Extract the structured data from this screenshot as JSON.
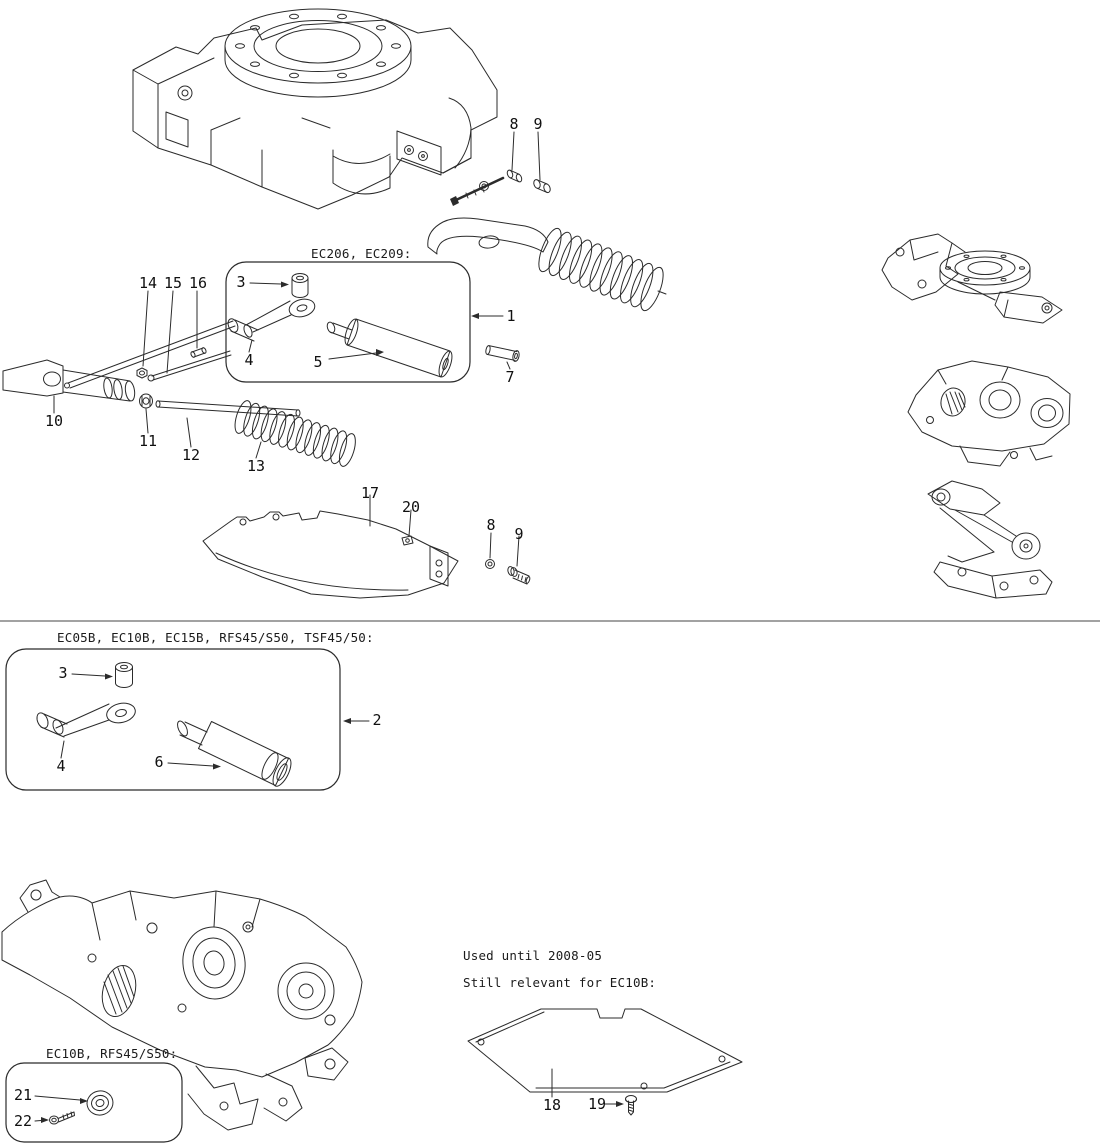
{
  "page": {
    "background": "#ffffff",
    "line_color": "#2b2b2b"
  },
  "labels": {
    "group1": "EC206, EC209:",
    "group2": "EC05B, EC10B, EC15B, RFS45/S50, TSF45/50:",
    "group3": "EC10B, RFS45/S50:",
    "note1": "Used until 2008-05",
    "note2": "Still relevant for EC10B:"
  },
  "callouts": [
    {
      "label": "8"
    },
    {
      "label": "9"
    },
    {
      "label": "3"
    },
    {
      "label": "14"
    },
    {
      "label": "15"
    },
    {
      "label": "16"
    },
    {
      "label": "1"
    },
    {
      "label": "4"
    },
    {
      "label": "5"
    },
    {
      "label": "7"
    },
    {
      "label": "10"
    },
    {
      "label": "11"
    },
    {
      "label": "12"
    },
    {
      "label": "13"
    },
    {
      "label": "17"
    },
    {
      "label": "20"
    },
    {
      "label": "8"
    },
    {
      "label": "9"
    },
    {
      "label": "3"
    },
    {
      "label": "2"
    },
    {
      "label": "4"
    },
    {
      "label": "6"
    },
    {
      "label": "21"
    },
    {
      "label": "22"
    },
    {
      "label": "18"
    },
    {
      "label": "19"
    }
  ]
}
